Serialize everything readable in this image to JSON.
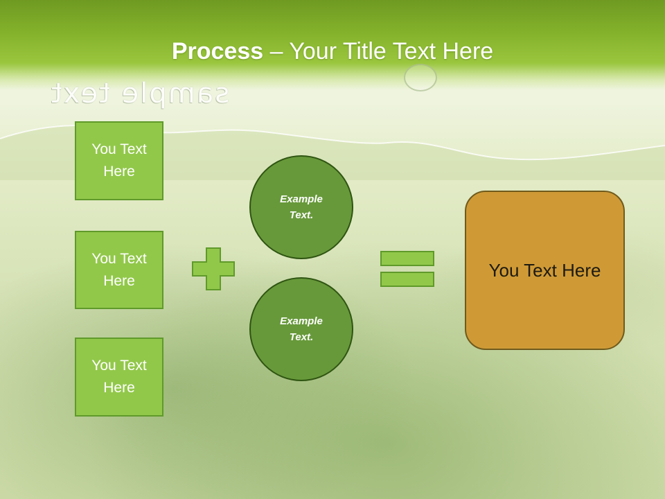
{
  "slide": {
    "title_bold": "Process",
    "title_dash": " – ",
    "title_rest": "Your Title Text Here",
    "watermark": "sample text"
  },
  "inputs": [
    {
      "label": "You Text\nHere"
    },
    {
      "label": "You Text\nHere"
    },
    {
      "label": "You Text\nHere"
    }
  ],
  "circles": [
    {
      "label": "Example\nText."
    },
    {
      "label": "Example\nText."
    }
  ],
  "operators": {
    "plus": "plus-icon",
    "equals": "equals-icon"
  },
  "result": {
    "label": "You Text Here"
  },
  "colors": {
    "header": "#86b42c",
    "box_fill": "#92c84a",
    "circle_fill": "#67993a",
    "result_fill": "#cf9a36",
    "symbol_fill": "#92c84a"
  }
}
